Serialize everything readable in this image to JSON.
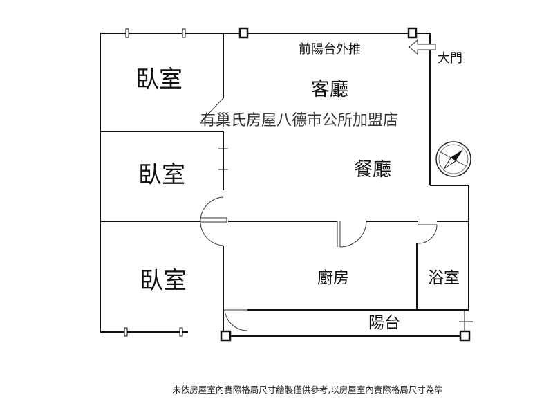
{
  "rooms": {
    "bedroom_1": "臥室",
    "bedroom_2": "臥室",
    "bedroom_3": "臥室",
    "living_room": "客廳",
    "dining_room": "餐廳",
    "kitchen": "廚房",
    "bathroom": "浴室",
    "balcony": "陽台"
  },
  "annotations": {
    "front_balcony": "前陽台外推",
    "main_door": "大門"
  },
  "watermark": "有巢氏房屋八德市公所加盟店",
  "disclaimer": "未依房屋室內實際格局尺寸繪製僅供參考,以房屋室內實際格局尺寸為準",
  "colors": {
    "wall": "#111111",
    "background": "#ffffff"
  }
}
